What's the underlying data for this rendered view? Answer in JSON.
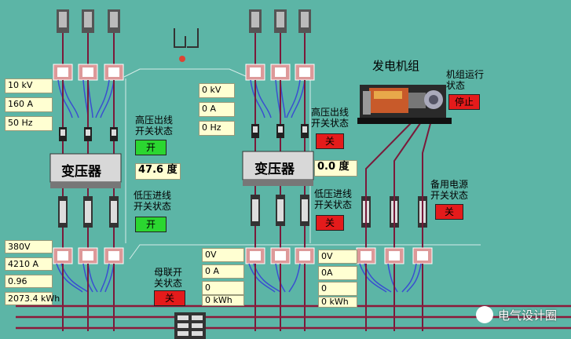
{
  "section1": {
    "readings": [
      "10 kV",
      "160 A",
      "50 Hz"
    ],
    "hv_switch_label": "高压出线\n开关状态",
    "hv_switch_state": "开",
    "transformer_label": "变压器",
    "temperature": "47.6 度",
    "lv_switch_label": "低压进线\n开关状态",
    "lv_switch_state": "开",
    "lv_readings": [
      "380V",
      "4210 A",
      "0.96",
      "2073.4 kWh"
    ]
  },
  "section2": {
    "readings": [
      "0 kV",
      "0 A",
      "0 Hz"
    ],
    "hv_switch_label": "高压出线\n开关状态",
    "hv_switch_state": "关",
    "transformer_label": "变压器",
    "temperature": "0.0 度",
    "lv_switch_label": "低压进线\n开关状态",
    "lv_switch_state": "关",
    "lv_readings": [
      "0V",
      "0 A",
      "0",
      "0 kWh"
    ]
  },
  "bus_tie": {
    "label": "母联开\n关状态",
    "state": "关"
  },
  "generator": {
    "title": "发电机组",
    "run_label": "机组运行\n状态",
    "run_state": "停止",
    "backup_label": "备用电源\n开关状态",
    "backup_state": "关",
    "lv_readings": [
      "0V",
      "0A",
      "0",
      "0 kWh"
    ]
  },
  "watermark": "电气设计圈",
  "colors": {
    "background": "#5cb5a6",
    "bus": "#8b1a3a",
    "blue_wire": "#3a4fd0",
    "on": "#2bd630",
    "off": "#e41b1b",
    "panel": "#ffffd2"
  }
}
